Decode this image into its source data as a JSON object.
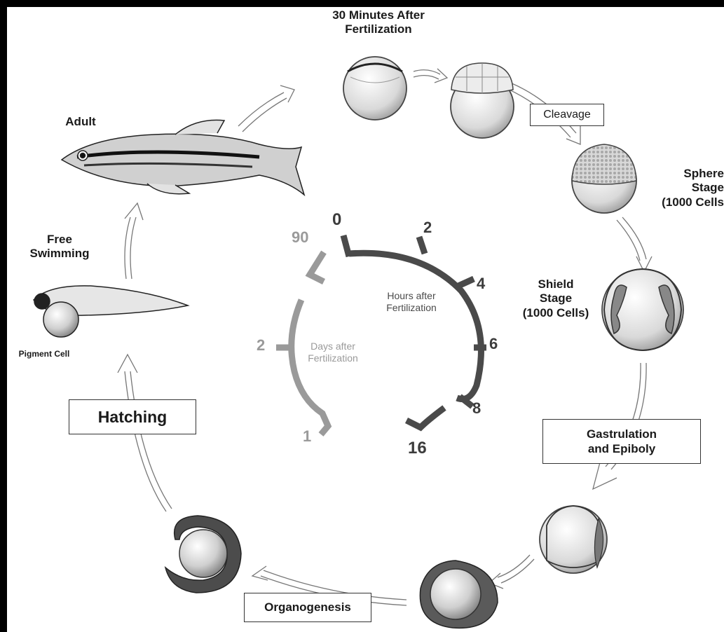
{
  "labels": {
    "top_stage_line1": "30 Minutes After",
    "top_stage_line2": "Fertilization",
    "adult": "Adult",
    "free_swimming_line1": "Free",
    "free_swimming_line2": "Swimming",
    "pigment_cell": "Pigment Cell",
    "sphere_line1": "Sphere",
    "sphere_line2": "Stage",
    "sphere_line3": "(1000 Cells",
    "shield_line1": "Shield",
    "shield_line2": "Stage",
    "shield_line3": "(1000 Cells)"
  },
  "boxes": {
    "cleavage": "Cleavage",
    "gastrulation_line1": "Gastrulation",
    "gastrulation_line2": "and Epiboly",
    "hatching": "Hatching",
    "organogenesis": "Organogenesis"
  },
  "clock": {
    "hours_line1": "Hours after",
    "hours_line2": "Fertilization",
    "days_line1": "Days after",
    "days_line2": "Fertilization",
    "hour_ticks": [
      "0",
      "2",
      "4",
      "6",
      "8",
      "16"
    ],
    "day_ticks": [
      "90",
      "2",
      "1"
    ],
    "colors": {
      "hours": "#4a4a4a",
      "days": "#9a9a9a"
    }
  }
}
